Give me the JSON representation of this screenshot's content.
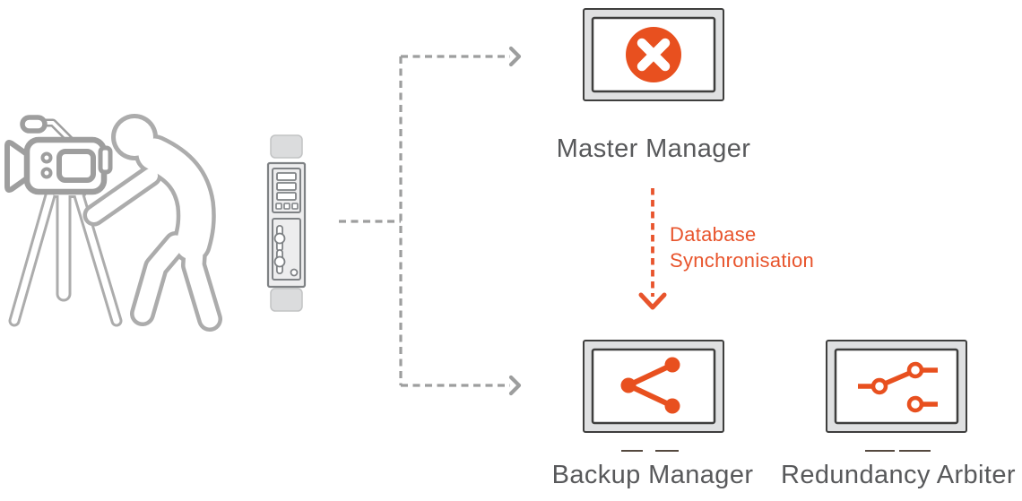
{
  "diagram": {
    "nodes": {
      "camera_operator": {
        "icon": "camera-operator-icon"
      },
      "encoder_server": {
        "icon": "server-tower-icon"
      },
      "master": {
        "label": "Master Manager",
        "icon": "error-x-icon"
      },
      "backup": {
        "label": "Backup Manager",
        "icon": "share-icon"
      },
      "arbiter": {
        "label": "Redundancy Arbiter",
        "icon": "switch-icon"
      }
    },
    "edges": {
      "feed_to_master": {
        "from": "encoder_server",
        "to": "master",
        "style": "dashed-gray-arrow"
      },
      "feed_to_backup": {
        "from": "encoder_server",
        "to": "backup",
        "style": "dashed-gray-arrow"
      },
      "sync": {
        "label": "Database\nSynchronisation",
        "from": "master",
        "to": "backup",
        "style": "dashed-orange-arrow"
      }
    },
    "colors": {
      "accent_orange": "#E8501F",
      "orange_text": "#E8542C",
      "label_gray": "#58595B",
      "connector_gray": "#9D9E9E",
      "icon_outline_gray": "#ACACAC",
      "monitor_bezel": "#DFE0E1",
      "monitor_outline": "#3E3E3D"
    }
  }
}
